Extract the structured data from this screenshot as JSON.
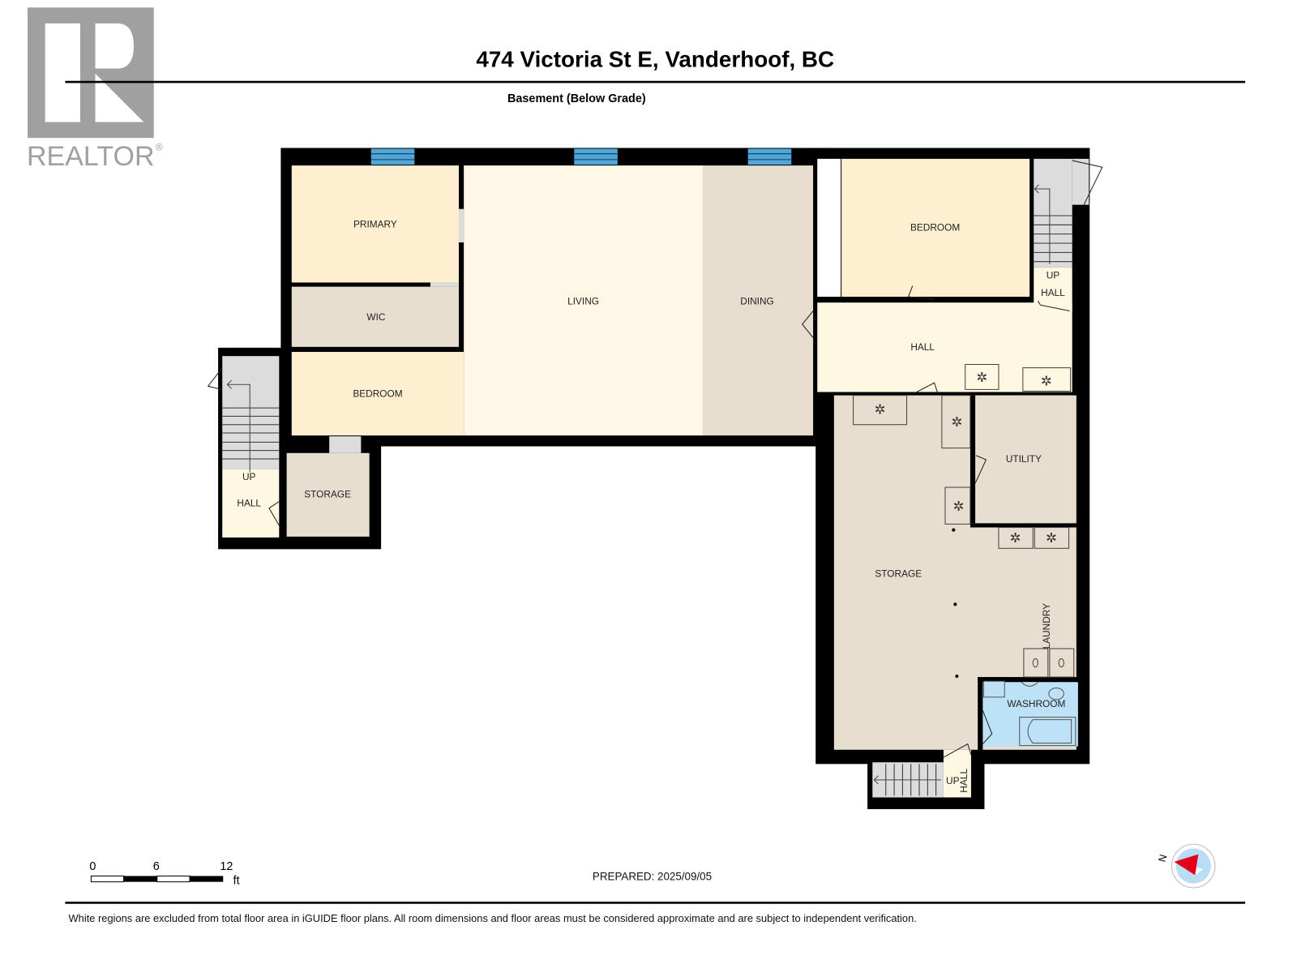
{
  "header": {
    "title": "474 Victoria St E, Vanderhoof, BC",
    "subtitle": "Basement (Below Grade)"
  },
  "logo": {
    "brand": "REALTOR",
    "registered_mark": "®",
    "icon": "realtor-r-logo-icon"
  },
  "colors": {
    "wall": "#000000",
    "bedroom": "#FDEFCF",
    "living": "#FFF8E6",
    "dining": "#E8DED0",
    "utility": "#E8DED0",
    "hall": "#FEF8E3",
    "stairs": "#DCDCDC",
    "washroom": "#BDE1F6",
    "window": "#4EA6D9",
    "compass_fill": "#B8DDF5",
    "compass_needle": "#E3001B"
  },
  "rooms": {
    "primary": "PRIMARY",
    "wic": "WIC",
    "bedroom_west": "BEDROOM",
    "living": "LIVING",
    "dining": "DINING",
    "bedroom_east": "BEDROOM",
    "hall_main": "HALL",
    "hall_ne": "HALL",
    "up_ne": "UP",
    "hall_west": "HALL",
    "up_west": "UP",
    "storage_west": "STORAGE",
    "utility": "UTILITY",
    "storage_main": "STORAGE",
    "laundry": "LAUNDRY",
    "washroom": "WASHROOM",
    "up_south": "UP",
    "hall_south": "HALL"
  },
  "scale_bar": {
    "ticks": [
      "0",
      "6",
      "12"
    ],
    "unit": "ft"
  },
  "prepared": "PREPARED: 2025/09/05",
  "compass": {
    "label": "N"
  },
  "footer": {
    "disclaimer": "White regions are excluded from total floor area in iGUIDE floor plans. All room dimensions and floor areas must be considered approximate and are subject to independent verification."
  }
}
